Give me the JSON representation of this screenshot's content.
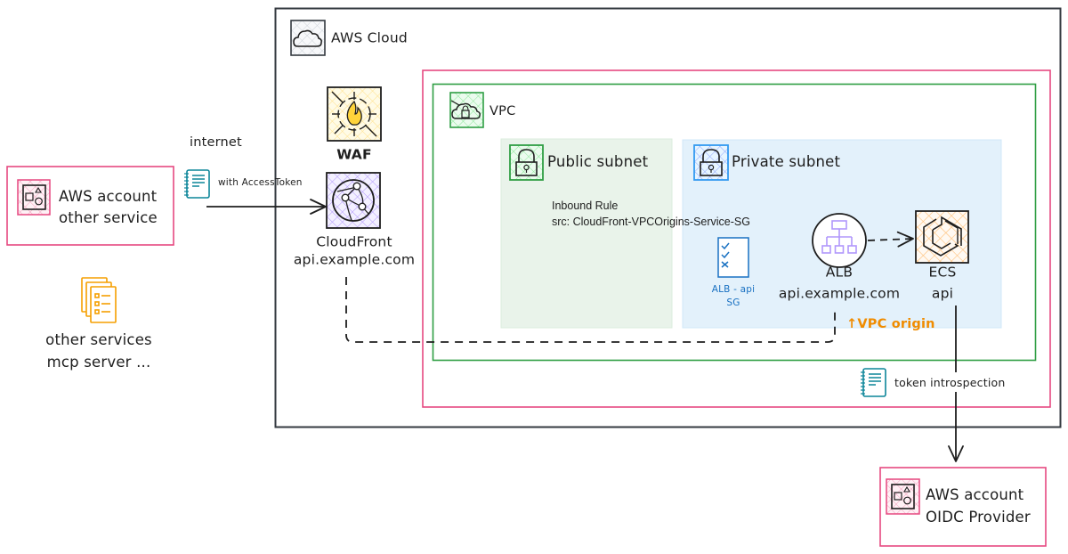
{
  "colors": {
    "ink": "#1e1e1e",
    "account_pink": "#e64980",
    "vpc_green": "#2f9e44",
    "public_subnet_fill": "#e9f3ea",
    "private_subnet_fill": "#e3f1fb",
    "private_blue": "#1c7ed6",
    "waf_yellow": "#fab005",
    "cloudfront_purple": "#9775fa",
    "alb_purple": "#b197fc",
    "ecs_orange": "#f08c00",
    "note_teal": "#0c8599",
    "sg_blue": "#1971c2"
  },
  "external_account": {
    "icon": "aws-account-icon",
    "lines": [
      "AWS account",
      "other service"
    ]
  },
  "other_services": {
    "icon": "documents-icon",
    "lines": [
      "other services",
      "mcp server ..."
    ]
  },
  "internet_label": "internet",
  "access_token": {
    "icon": "notepad-icon",
    "label": "with AccessToken"
  },
  "aws_cloud": {
    "icon": "cloud-icon",
    "label": "AWS Cloud"
  },
  "waf": {
    "icon": "firewall-icon",
    "label": "WAF"
  },
  "cloudfront": {
    "icon": "cloudfront-globe-icon",
    "name": "CloudFront",
    "domain": "api.example.com"
  },
  "vpc": {
    "icon": "vpc-cloud-lock-icon",
    "label": "VPC"
  },
  "public_subnet": {
    "icon": "lock-icon",
    "label": "Public subnet",
    "inbound_rule_title": "Inbound Rule",
    "inbound_rule_src": "src: CloudFront-VPCOrigins-Service-SG"
  },
  "private_subnet": {
    "icon": "lock-icon",
    "label": "Private subnet"
  },
  "security_group": {
    "icon": "checklist-icon",
    "lines": [
      "ALB - api",
      "SG"
    ]
  },
  "alb": {
    "icon": "load-balancer-icon",
    "name": "ALB",
    "domain": "api.example.com"
  },
  "ecs": {
    "icon": "ecs-icon",
    "name": "ECS",
    "service": "api"
  },
  "vpc_origin_label": "↑VPC origin",
  "token_introspection": {
    "icon": "notepad-icon",
    "label": "token introspection"
  },
  "oidc_account": {
    "icon": "aws-account-icon",
    "lines": [
      "AWS account",
      "OIDC Provider"
    ]
  },
  "connections": [
    {
      "from": "external_account",
      "to": "cloudfront",
      "style": "solid",
      "label": "with AccessToken"
    },
    {
      "from": "cloudfront",
      "to": "alb",
      "style": "dashed",
      "label": "VPC origin"
    },
    {
      "from": "alb",
      "to": "ecs",
      "style": "dashed"
    },
    {
      "from": "ecs",
      "to": "oidc_account",
      "style": "solid",
      "label": "token introspection"
    }
  ]
}
